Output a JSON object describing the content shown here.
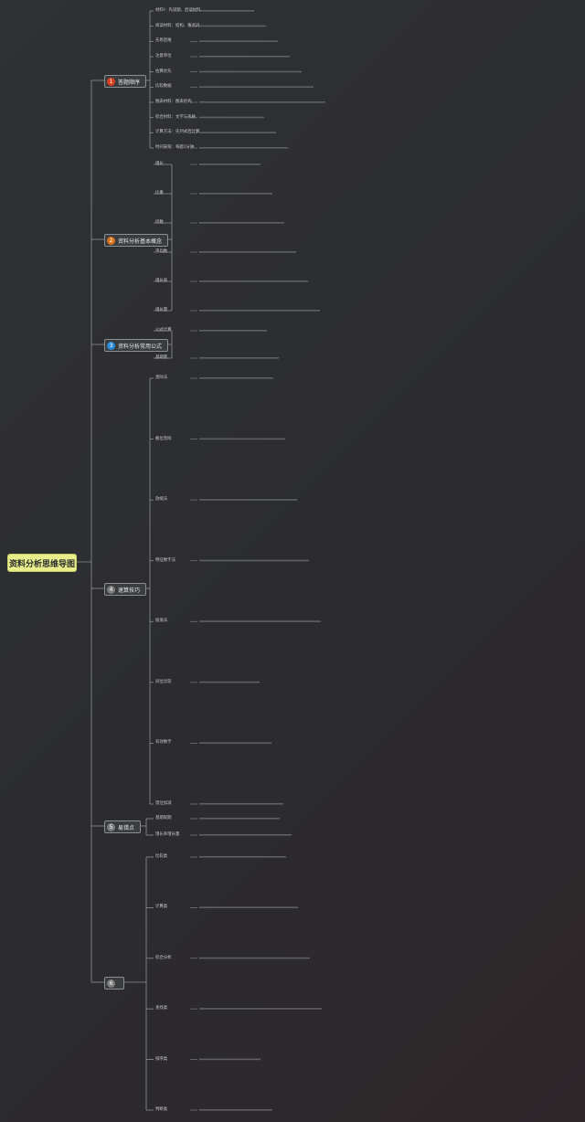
{
  "root": {
    "title": "资料分析思维导图"
  },
  "branches": [
    {
      "label": "答题顺序",
      "color": "#d9401f",
      "items": [
        "材料I：先读题，后读材料",
        "阅读材料：结构、重点词",
        "先易后难",
        "注意单位",
        "估算优先",
        "比较数据",
        "图表材料：图表结构",
        "综合材料：文字与表格",
        "计算方法：先列式后计算",
        "时间安排：每题1分钟"
      ]
    },
    {
      "label": "资料分析基本概念",
      "color": "#d77318",
      "items": [
        "增长",
        "比重",
        "倍数",
        "平均数",
        "增长率",
        "增长量"
      ]
    },
    {
      "label": "资料分析常用公式",
      "color": "#2c8ad8",
      "items": [
        "公式计算",
        "基期量"
      ]
    },
    {
      "label": "速算技巧",
      "color": "#7d7d7d",
      "items": [
        "直除法",
        "截位直除",
        "放缩法",
        "特征数字法",
        "插值法",
        "同位比较",
        "有效数字",
        "错位加减"
      ]
    },
    {
      "label": "易错点",
      "color": "#7d7d7d",
      "items": [
        "基期现期",
        "增长率增长量"
      ]
    },
    {
      "label": "",
      "color": "#7d7d7d",
      "items": [
        "比较类",
        "计算类",
        "综合分析",
        "查找类",
        "排序类",
        "判断类"
      ]
    }
  ]
}
